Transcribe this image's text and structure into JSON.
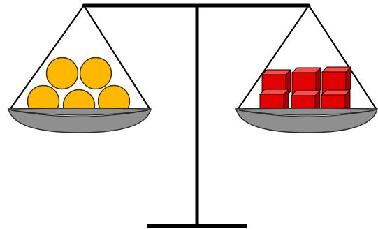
{
  "scale": {
    "balanced": true,
    "left_pan": {
      "item_shape": "ball",
      "item_count": 5,
      "item_color": "#FFB800"
    },
    "right_pan": {
      "item_shape": "cube",
      "item_count": 6,
      "item_color": "#E30000"
    },
    "colors": {
      "frame": "#000000",
      "pan_fill": "#8f8f8f",
      "pan_rim": "#ffffff",
      "ball_stroke": "#3a2a00",
      "cube_top": "#ff4a4a",
      "cube_side": "#a80000"
    }
  }
}
